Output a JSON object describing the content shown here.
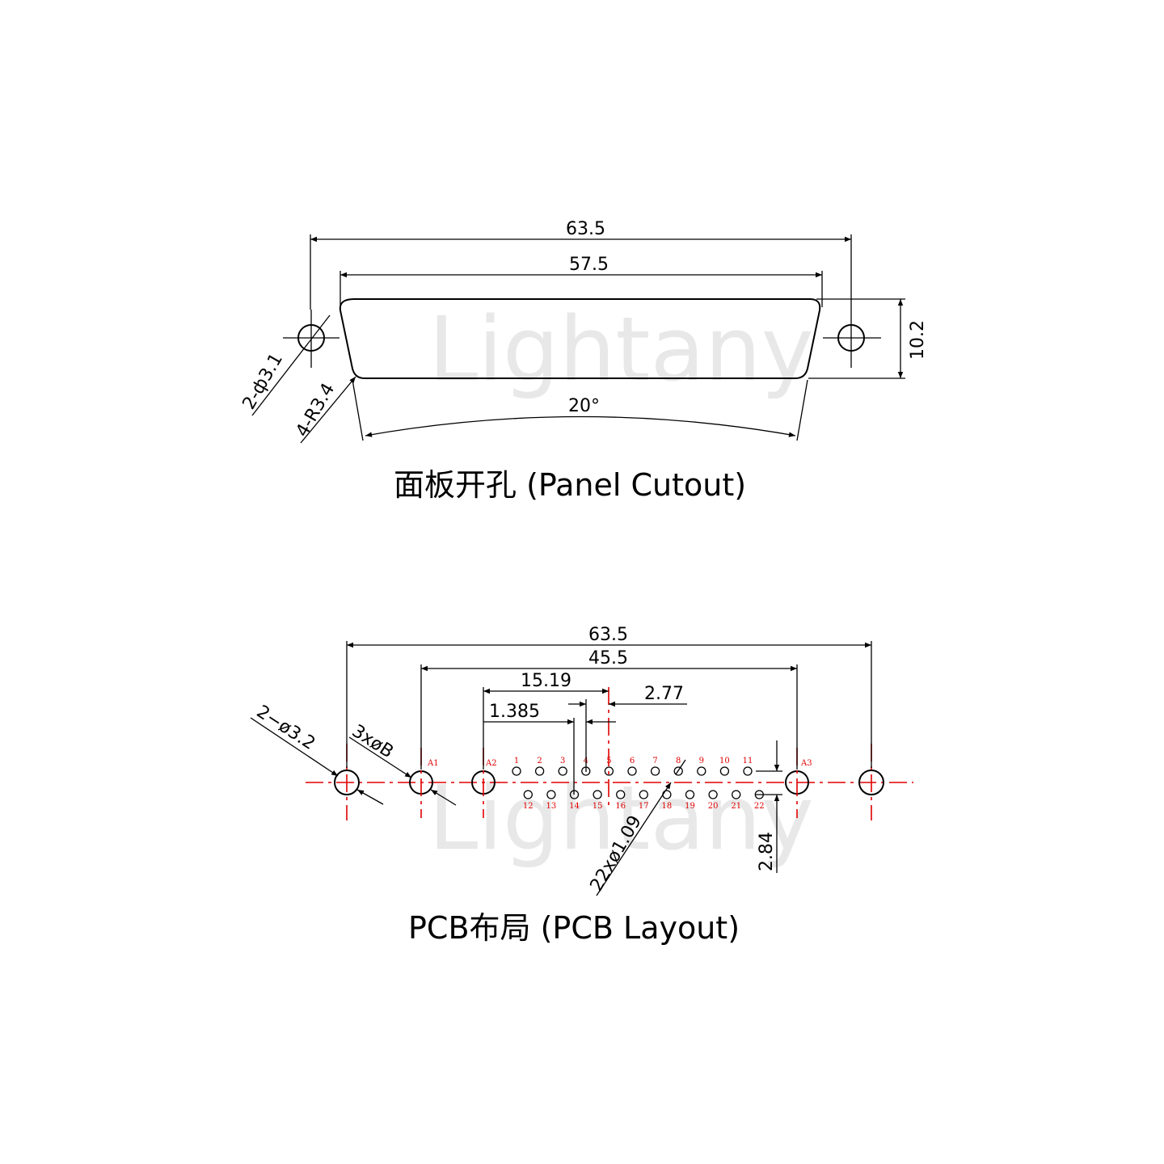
{
  "watermark": "Lightany",
  "panel": {
    "title": "面板开孔 (Panel Cutout)",
    "dims": {
      "overall": "63.5",
      "opening": "57.5",
      "height": "10.2",
      "angle": "20°",
      "holes": "2-ф3.1",
      "radius": "4-R3.4"
    }
  },
  "pcb": {
    "title": "PCB布局 (PCB Layout)",
    "dims": {
      "overall": "63.5",
      "inner": "45.5",
      "d1519": "15.19",
      "d277": "2.77",
      "d1385": "1.385",
      "mount_holes": "2−ø3.2",
      "coax_holes": "3xøB",
      "pin_holes": "22xø1.09",
      "row_pitch": "2.84"
    },
    "coax_labels": [
      "A1",
      "A2",
      "A3"
    ],
    "top_pins": [
      "1",
      "2",
      "3",
      "4",
      "5",
      "6",
      "7",
      "8",
      "9",
      "10",
      "11"
    ],
    "bottom_pins": [
      "12",
      "13",
      "14",
      "15",
      "16",
      "17",
      "18",
      "19",
      "20",
      "21",
      "22"
    ]
  }
}
